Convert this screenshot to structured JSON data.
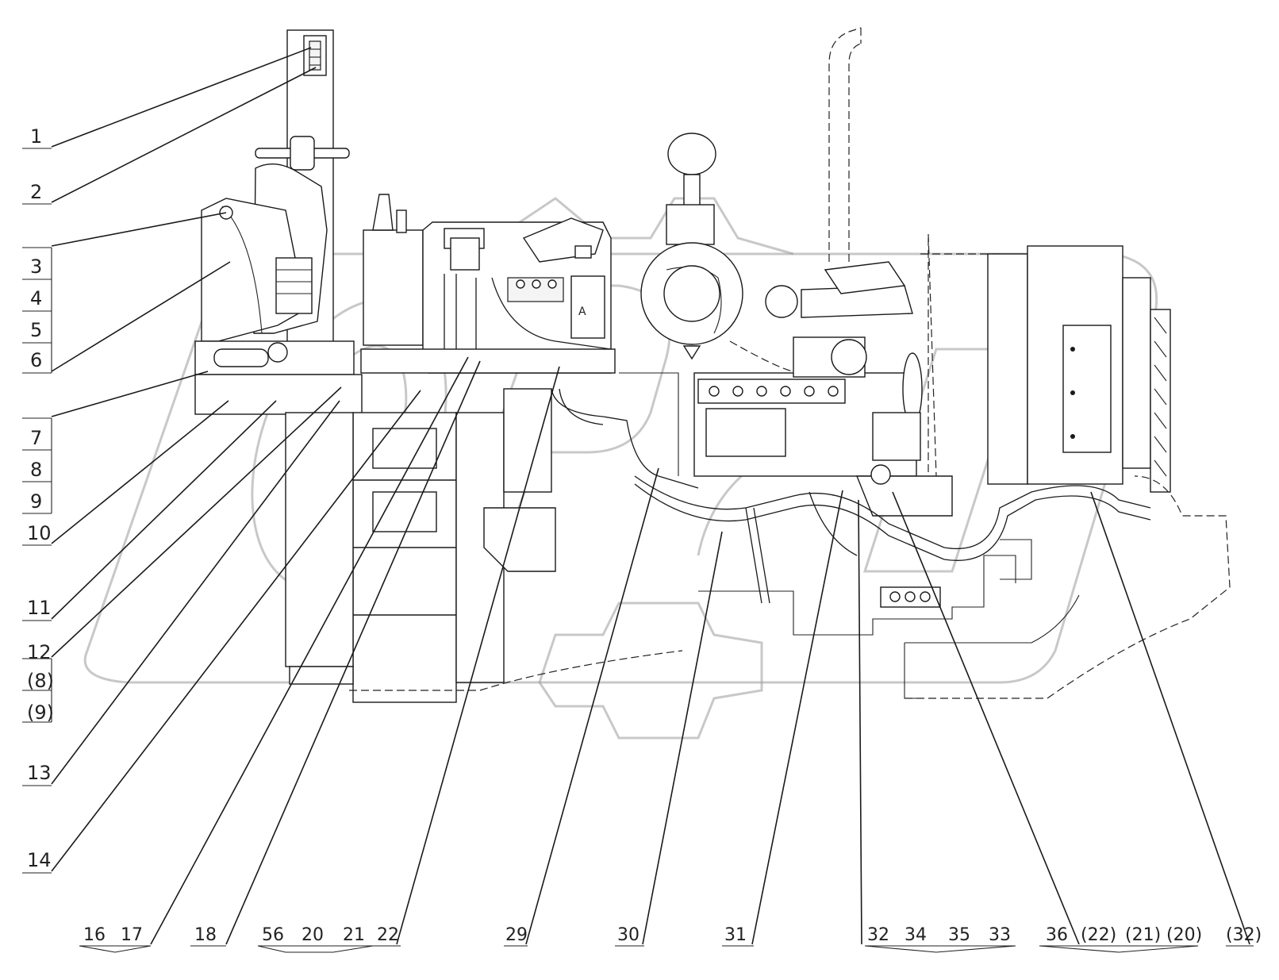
{
  "callouts_left": [
    "1",
    "2",
    "3",
    "4",
    "5",
    "6",
    "7",
    "8",
    "9",
    "10",
    "11",
    "12",
    "(8)",
    "(9)",
    "13",
    "14"
  ],
  "callouts_bottom": [
    "16",
    "17",
    "18",
    "56",
    "20",
    "21",
    "22",
    "29",
    "30",
    "31",
    "32",
    "34",
    "35",
    "33",
    "36",
    "(22)",
    "(21)",
    "(20)",
    "(32)"
  ],
  "plate_label": "A",
  "colors": {
    "line": "#1a1a1a",
    "watermark": "#9a9a9a",
    "background": "#ffffff"
  }
}
